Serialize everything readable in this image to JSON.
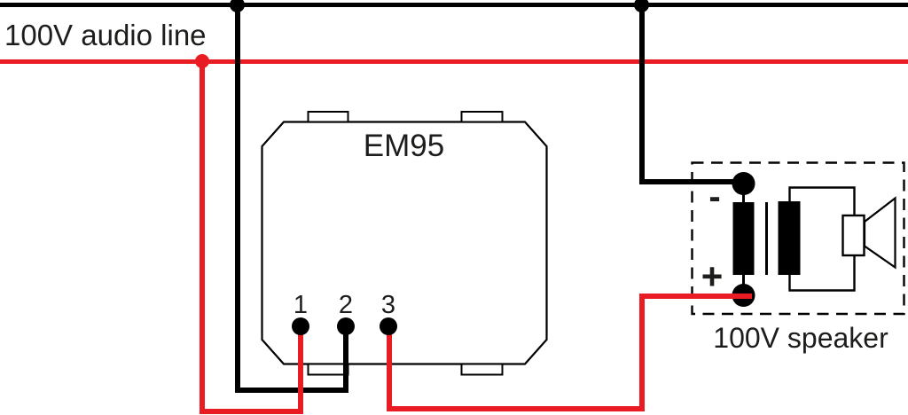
{
  "colors": {
    "positive_wire": "#ea1c23",
    "negative_wire": "#000000",
    "ink": "#000000",
    "text": "#1d1d1b"
  },
  "audio_line": {
    "label": "100V audio line"
  },
  "module": {
    "name": "EM95",
    "terminals": [
      "1",
      "2",
      "3"
    ]
  },
  "speaker": {
    "label": "100V speaker",
    "negative_terminal_label": "-",
    "positive_terminal_label": "+"
  }
}
